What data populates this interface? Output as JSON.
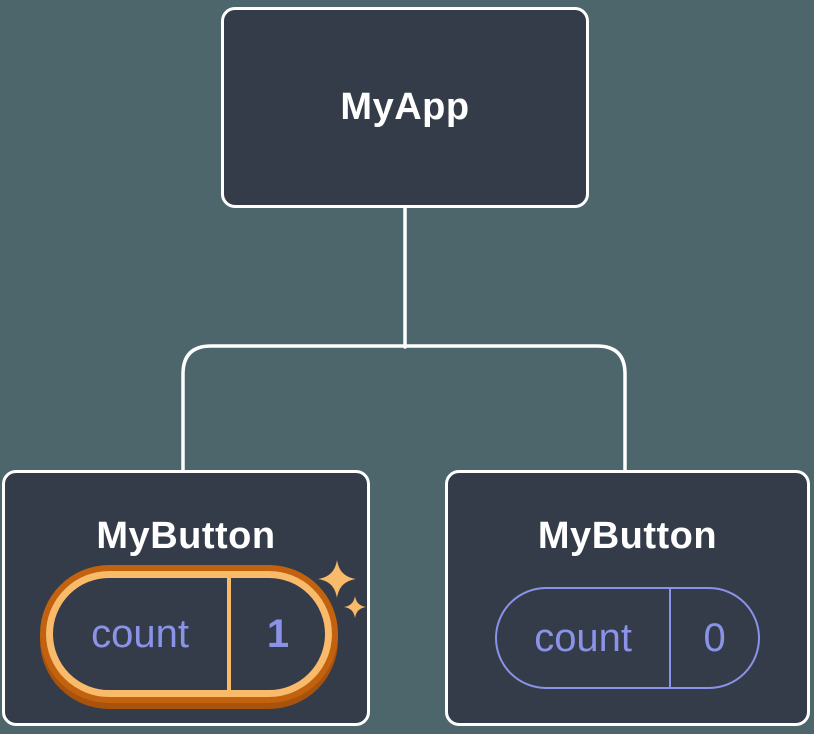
{
  "colors": {
    "background": "#4C666C",
    "node_fill": "#353C49",
    "node_border": "#FFFFFF",
    "state_purple": "#8A93E8",
    "state_purple_bold": "#7D88E8",
    "highlight_orange": "#F9BB6A",
    "highlight_orange_dark": "#C2610E",
    "highlight_orange_deep": "#A8520C"
  },
  "tree": {
    "root": {
      "title": "MyApp"
    },
    "children": [
      {
        "title": "MyButton",
        "state": {
          "label": "count",
          "value": "1"
        },
        "highlighted": true
      },
      {
        "title": "MyButton",
        "state": {
          "label": "count",
          "value": "0"
        },
        "highlighted": false
      }
    ]
  }
}
